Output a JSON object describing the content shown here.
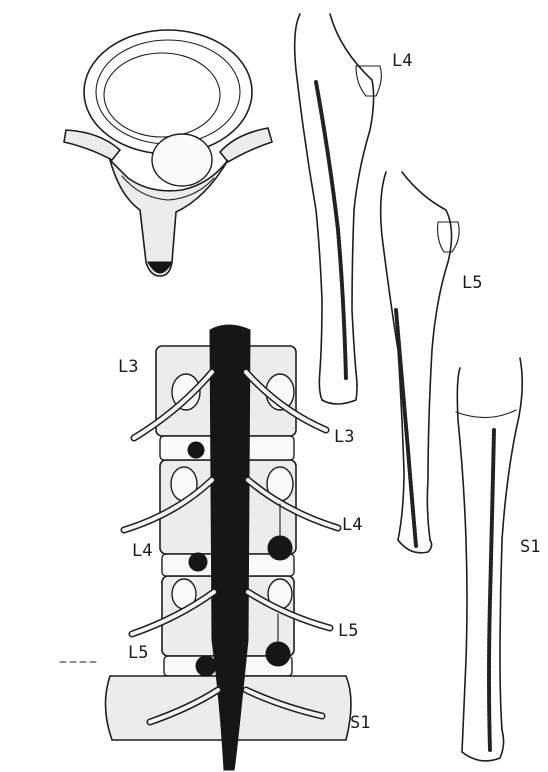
{
  "labels": {
    "leg_l4": "L4",
    "leg_l5": "L5",
    "leg_s1": "S1",
    "spine_left_l3": "L3",
    "spine_right_l3": "L3",
    "spine_left_l4": "L4",
    "spine_right_l4": "L4",
    "spine_left_l5": "L5",
    "spine_right_l5": "L5",
    "spine_s1": "S1"
  },
  "colors": {
    "ink": "#1e1e1e",
    "paper": "#ffffff",
    "bone_fill": "#ececec"
  }
}
